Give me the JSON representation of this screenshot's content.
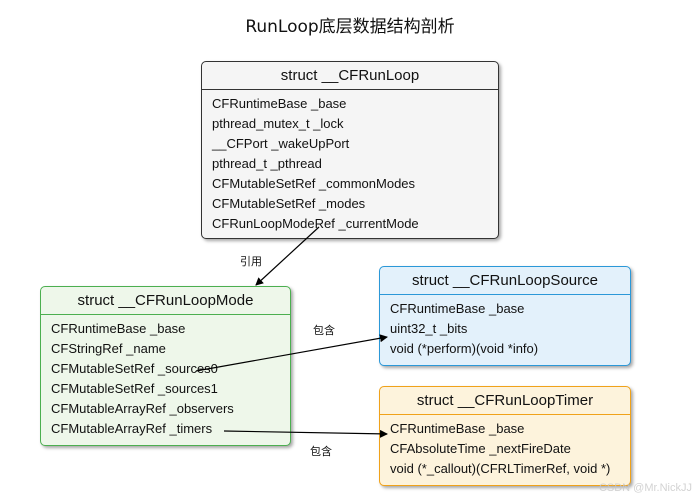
{
  "title": "RunLoop底层数据结构剖析",
  "runloop": {
    "header": "struct __CFRunLoop",
    "fields": [
      "CFRuntimeBase _base",
      "pthread_mutex_t _lock",
      "__CFPort _wakeUpPort",
      "pthread_t _pthread",
      "CFMutableSetRef _commonModes",
      "CFMutableSetRef _modes",
      "CFRunLoopModeRef _currentMode"
    ]
  },
  "mode": {
    "header": "struct __CFRunLoopMode",
    "fields": [
      "CFRuntimeBase _base",
      "CFStringRef _name",
      "CFMutableSetRef _sources0",
      "CFMutableSetRef _sources1",
      "CFMutableArrayRef _observers",
      "CFMutableArrayRef _timers"
    ]
  },
  "source": {
    "header": "struct __CFRunLoopSource",
    "fields": [
      "CFRuntimeBase _base",
      "uint32_t _bits",
      "void (*perform)(void *info)"
    ]
  },
  "timer": {
    "header": "struct __CFRunLoopTimer",
    "fields": [
      "CFRuntimeBase _base",
      "CFAbsoluteTime _nextFireDate",
      "void (*_callout)(CFRLTimerRef, void *)"
    ]
  },
  "labels": {
    "reference": "引用",
    "contains_source": "包含",
    "contains_timer": "包含"
  },
  "watermark": "CSDN @Mr.NickJJ"
}
